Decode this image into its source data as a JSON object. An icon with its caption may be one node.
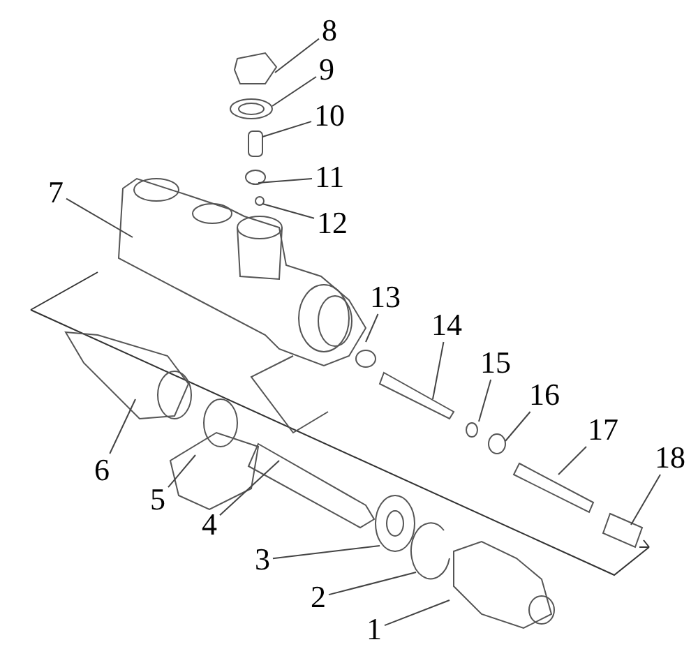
{
  "diagram": {
    "nodes": [
      {
        "text": [
          "8"
        ]
      },
      {
        "text": [
          "9"
        ]
      },
      {
        "text": [
          "10"
        ]
      },
      {
        "text": [
          "11"
        ]
      },
      {
        "text": [
          "7"
        ]
      },
      {
        "text": [
          "12"
        ]
      },
      {
        "text": [
          "13"
        ]
      },
      {
        "text": [
          "14"
        ]
      },
      {
        "text": [
          "15"
        ]
      },
      {
        "text": [
          "16"
        ]
      },
      {
        "text": [
          "17"
        ]
      },
      {
        "text": [
          "6"
        ]
      },
      {
        "text": [
          "18"
        ]
      },
      {
        "text": [
          "5"
        ]
      },
      {
        "text": [
          "4"
        ]
      },
      {
        "text": [
          "3"
        ]
      },
      {
        "text": [
          "2"
        ]
      },
      {
        "text": [
          "1"
        ]
      }
    ],
    "edges": [
      {
        "from": 0,
        "to": null,
        "arrow": "none"
      },
      {
        "from": 1,
        "to": null,
        "arrow": "none"
      },
      {
        "from": 2,
        "to": null,
        "arrow": "none"
      },
      {
        "from": 3,
        "to": null,
        "arrow": "none"
      },
      {
        "from": 4,
        "to": null,
        "arrow": "none"
      },
      {
        "from": 5,
        "to": null,
        "arrow": "none"
      },
      {
        "from": 6,
        "to": null,
        "arrow": "none"
      },
      {
        "from": 7,
        "to": null,
        "arrow": "none"
      },
      {
        "from": 8,
        "to": null,
        "arrow": "none"
      },
      {
        "from": 9,
        "to": null,
        "arrow": "none"
      },
      {
        "from": 10,
        "to": null,
        "arrow": "none"
      },
      {
        "from": 11,
        "to": null,
        "arrow": "none"
      },
      {
        "from": 12,
        "to": null,
        "arrow": "none"
      },
      {
        "from": 13,
        "to": null,
        "arrow": "none"
      },
      {
        "from": 14,
        "to": null,
        "arrow": "none"
      },
      {
        "from": 15,
        "to": null,
        "arrow": "none"
      },
      {
        "from": 16,
        "to": null,
        "arrow": "none"
      },
      {
        "from": 17,
        "to": null,
        "arrow": "none"
      }
    ]
  }
}
